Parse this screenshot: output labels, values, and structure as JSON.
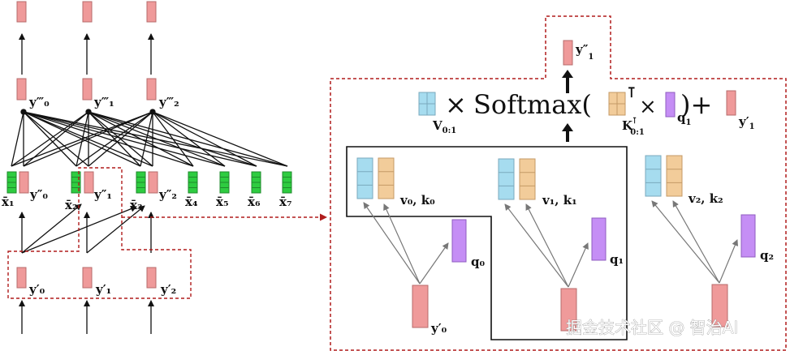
{
  "colors": {
    "pink": "#ef9a9a",
    "pink_stroke": "#b76b6b",
    "green": "#2ecc40",
    "blue": "#a6dcef",
    "tan": "#f2cc9a",
    "purple": "#c58ef5",
    "red_dashed": "#b01c1c"
  },
  "left": {
    "y_triple": [
      "y‴₀",
      "y‴₁",
      "y‴₂"
    ],
    "y_double": [
      "y″₀",
      "y″₁",
      "y″₂"
    ],
    "y_single": [
      "y′₀",
      "y′₁",
      "y′₂"
    ],
    "x_labels": [
      "x̄₁",
      "x̄₂",
      "x̄₃",
      "x̄₄",
      "x̄₅",
      "x̄₆",
      "x̄₇"
    ]
  },
  "formula": {
    "times1": "×",
    "softmax": "Softmax(",
    "times2": "×",
    "close": ")+",
    "transpose": "⊺",
    "v_label": "V",
    "v_sub": "0:1",
    "k_label": "K",
    "k_sup": "⊺",
    "k_sub": "0:1",
    "q_label": "q",
    "q_sub": "1",
    "y_label": "y′",
    "y_sub": "1",
    "out_label": "y″",
    "out_sub": "1"
  },
  "right": {
    "vk": [
      "v₀, k₀",
      "v₁, k₁",
      "v₂, k₂"
    ],
    "q": [
      "q₀",
      "q₁",
      "q₂"
    ],
    "y0": "y′₀"
  },
  "watermark": "掘金技术社区 @ 智治AI"
}
